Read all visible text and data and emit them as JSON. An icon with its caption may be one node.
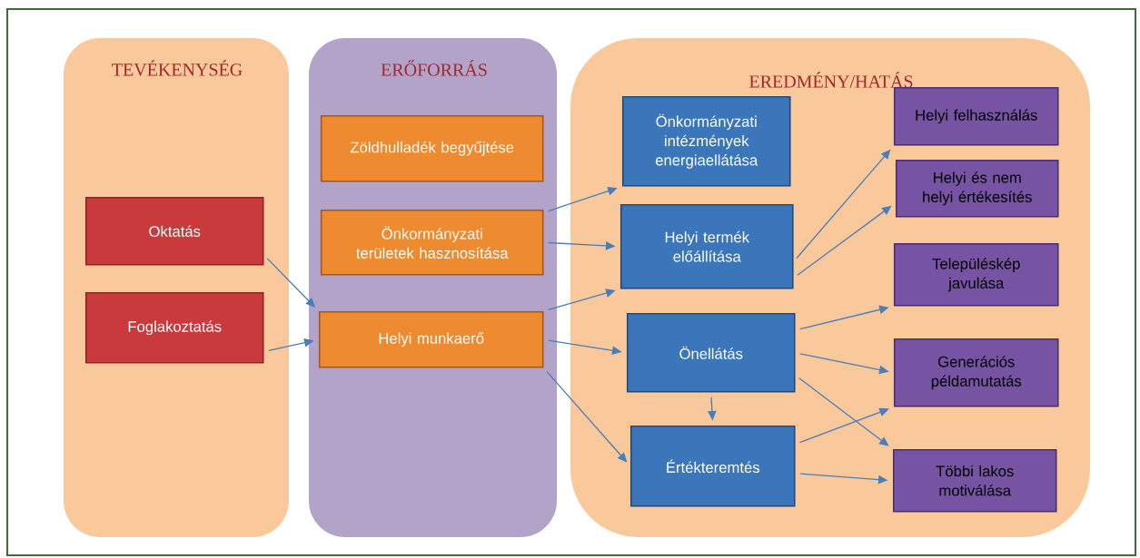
{
  "diagram": {
    "nodes": [
      {
        "text": [
          "TEVÉKENYSÉG"
        ]
      },
      {
        "text": [
          "Oktatás"
        ],
        "in": 0
      },
      {
        "text": [
          "Foglakoztatás"
        ],
        "in": 0
      },
      {
        "text": [
          "ERŐFORRÁS"
        ]
      },
      {
        "text": [
          "Zöldhulladék begyűjtése"
        ],
        "in": 3
      },
      {
        "text": [
          "Önkormányzati területek hasznosítása"
        ],
        "in": 3
      },
      {
        "text": [
          "Helyi munkaerő"
        ],
        "in": 3
      },
      {
        "text": [
          "EREDMÉNY/HATÁS"
        ]
      },
      {
        "text": [
          "Önkormányzati intézmények energiaellátása"
        ],
        "in": 7
      },
      {
        "text": [
          "Helyi termék előállítása"
        ],
        "in": 7
      },
      {
        "text": [
          "Önellátás"
        ],
        "in": 7
      },
      {
        "text": [
          "Értékteremtés"
        ],
        "in": 7
      },
      {
        "text": [
          "Helyi felhasználás"
        ],
        "in": 7
      },
      {
        "text": [
          "Helyi és nem helyi értékesítés"
        ],
        "in": 7
      },
      {
        "text": [
          "Településkép javulása"
        ],
        "in": 7
      },
      {
        "text": [
          "Generációs példamutatás"
        ],
        "in": 7
      },
      {
        "text": [
          "Többi lakos motiválása"
        ],
        "in": 7
      }
    ],
    "edges": [
      {
        "from": 1,
        "to": 6,
        "arrow": "to"
      },
      {
        "from": 2,
        "to": 6,
        "arrow": "to"
      },
      {
        "from": 5,
        "to": 8,
        "arrow": "to"
      },
      {
        "from": 5,
        "to": 9,
        "arrow": "to"
      },
      {
        "from": 6,
        "to": 9,
        "arrow": "to"
      },
      {
        "from": 6,
        "to": 10,
        "arrow": "to"
      },
      {
        "from": 6,
        "to": 11,
        "arrow": "to"
      },
      {
        "from": 9,
        "to": 12,
        "arrow": "to"
      },
      {
        "from": 9,
        "to": 13,
        "arrow": "to"
      },
      {
        "from": 10,
        "to": 14,
        "arrow": "to"
      },
      {
        "from": 10,
        "to": 15,
        "arrow": "to"
      },
      {
        "from": 10,
        "to": 16,
        "arrow": "to"
      },
      {
        "from": 10,
        "to": 11,
        "arrow": "to"
      },
      {
        "from": 11,
        "to": 15,
        "arrow": "to"
      },
      {
        "from": 11,
        "to": 16,
        "arrow": "to"
      }
    ]
  }
}
